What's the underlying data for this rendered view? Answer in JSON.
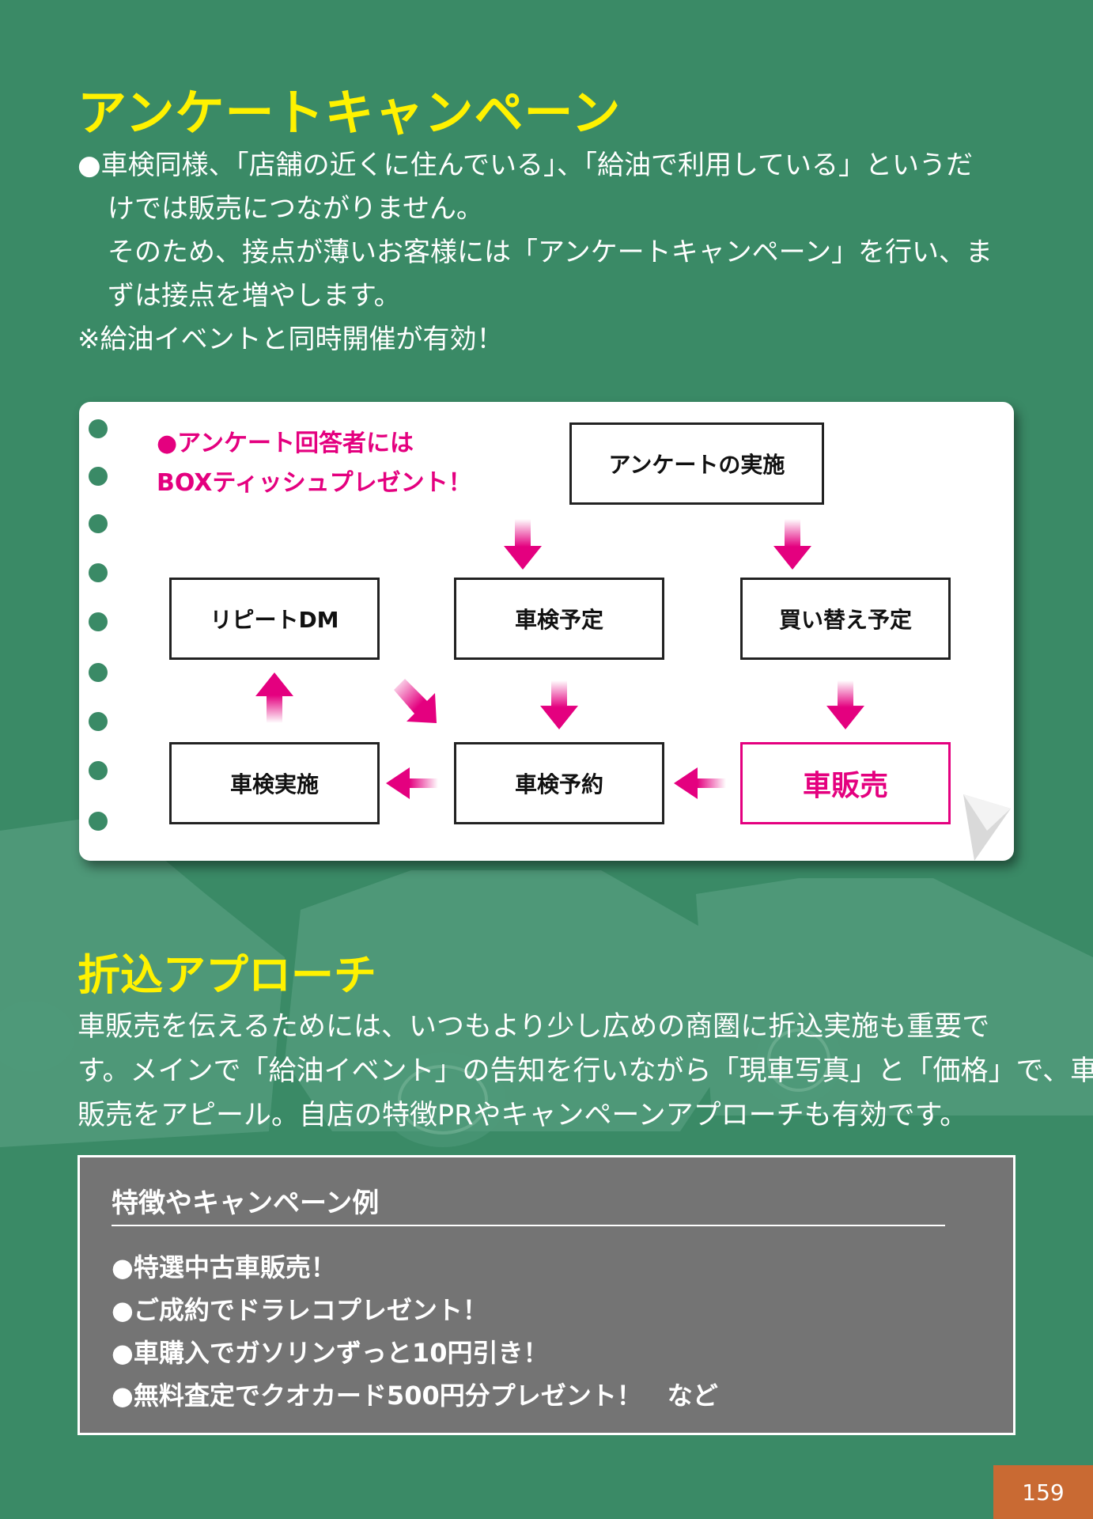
{
  "section1": {
    "title": "アンケートキャンペーン",
    "lines": [
      "●車検同様、「店舗の近くに住んでいる」、「給油で利用している」というだ",
      "けでは販売につながりません。",
      "そのため、接点が薄いお客様には「アンケートキャンペーン」を行い、ま",
      "ずは接点を増やします。"
    ],
    "note": "※給油イベントと同時開催が有効！"
  },
  "flow": {
    "promo_line1": "●アンケート回答者には",
    "promo_line2": "BOXティッシュプレゼント！",
    "survey": "アンケートの実施",
    "repeat_dm": "リピートDM",
    "inspection_plan": "車検予定",
    "replacement_plan": "買い替え予定",
    "inspection_done": "車検実施",
    "inspection_booking": "車検予約",
    "car_sales": "車販売"
  },
  "section2": {
    "title": "折込アプローチ",
    "lines": [
      "車販売を伝えるためには、いつもより少し広めの商圏に折込実施も重要で",
      "す。メインで「給油イベント」の告知を行いながら「現車写真」と「価格」で、車",
      "販売をアピール。自店の特徴PRやキャンペーンアプローチも有効です。"
    ]
  },
  "examples": {
    "title": "特徴やキャンペーン例",
    "items": [
      "●特選中古車販売！",
      "●ご成約でドラレコプレゼント！",
      "●車購入でガソリンずっと10円引き！",
      "●無料査定でクオカード500円分プレゼント！　など"
    ]
  },
  "page_number": "159",
  "colors": {
    "background": "#3a8a66",
    "heading": "#fff200",
    "accent": "#e4007f",
    "example_box": "#747474",
    "page_tab": "#c96a33"
  }
}
